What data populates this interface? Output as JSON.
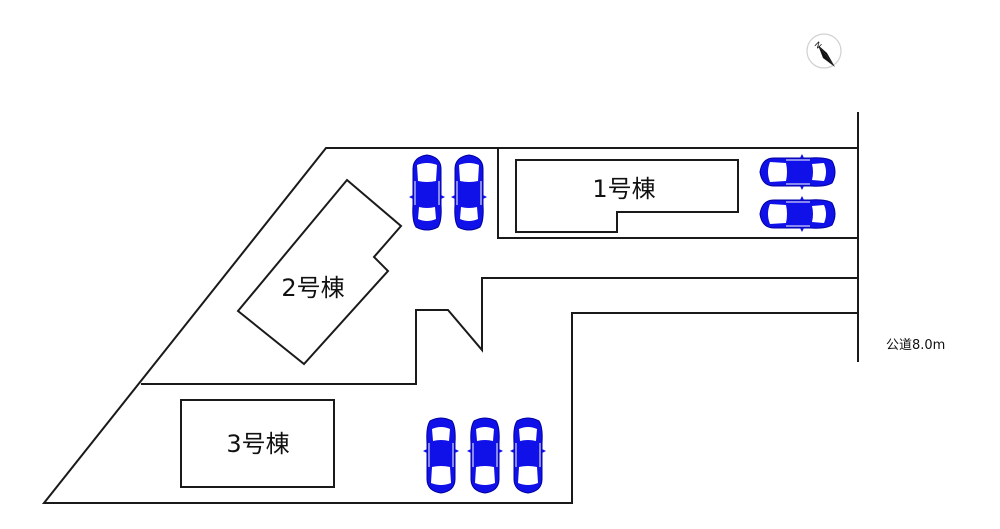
{
  "title": "区画図",
  "buildings": [
    {
      "id": "building-1",
      "label": "1号棟"
    },
    {
      "id": "building-2",
      "label": "2号棟"
    },
    {
      "id": "building-3",
      "label": "3号棟"
    }
  ],
  "parking": {
    "lot1_cars": 2,
    "lot2_cars": 2,
    "lot3_cars": 3,
    "car_color": "#1010e8"
  },
  "road": {
    "label": "公道8.0m"
  },
  "compass": {
    "north_label": "N",
    "icon": "north-arrow-icon"
  },
  "colors": {
    "line": "#1a1a1a",
    "car": "#1010e8",
    "background": "#ffffff"
  }
}
